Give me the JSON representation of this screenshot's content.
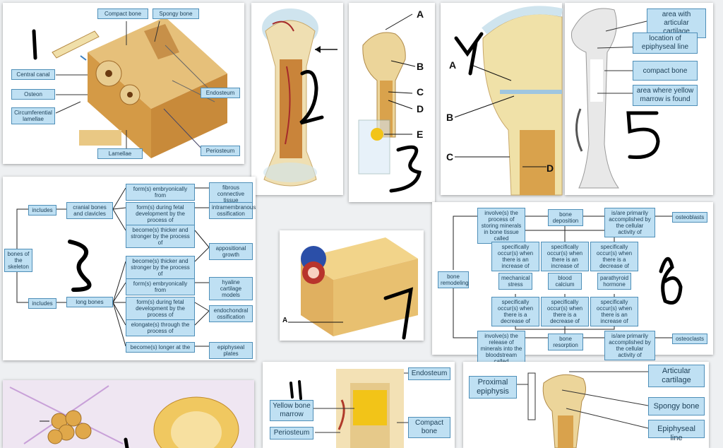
{
  "card1": {
    "number": "1",
    "labels": {
      "compact_bone": "Compact bone",
      "spongy_bone": "Spongy bone",
      "central_canal": "Central canal",
      "osteon": "Osteon",
      "circumferential_lamellae": "Circumferential lamellae",
      "endosteum": "Endosteum",
      "lamellae": "Lamellae",
      "periosteum": "Periosteum"
    }
  },
  "card2": {
    "number": "2"
  },
  "card3": {
    "number": "3",
    "letters": {
      "a": "A",
      "b": "B",
      "c": "C",
      "d": "D",
      "e": "E"
    }
  },
  "card4": {
    "number": "4",
    "letters": {
      "a": "A",
      "b": "B",
      "c": "C",
      "d": "D"
    }
  },
  "card5": {
    "number": "5",
    "labels": {
      "articular": "area with articular cartilage",
      "epiphyseal": "location of epiphyseal line",
      "compact": "compact bone",
      "yellow_marrow": "area where yellow marrow is found"
    }
  },
  "card6": {
    "number": "6",
    "boxes": {
      "process_top": "involve(s) the process of storing minerals in bone tissue called",
      "deposition": "bone deposition",
      "primarily_top": "is/are primarily accomplished by the cellular activity of",
      "osteoblasts": "osteoblasts",
      "inc1": "specifically occur(s) when there is an increase of",
      "inc2": "specifically occur(s) when there is an increase of",
      "dec3": "specifically occur(s) when there is a decrease of",
      "remodeling": "bone remodeling",
      "mechanical": "mechanical stress",
      "calcium": "blood calcium",
      "parathyroid": "parathyroid hormone",
      "dec1": "specifically occur(s) when there is a decrease of",
      "dec2": "specifically occur(s) when there is a decrease of",
      "inc3": "specifically occur(s) when there is an increase of",
      "process_bottom": "involve(s) the release of minerals into the bloodstream called",
      "resorption": "bone resorption",
      "primarily_bottom": "is/are primarily accomplished by the cellular activity of",
      "osteoclasts": "osteoclasts"
    }
  },
  "card7": {
    "number": "7",
    "letter": "A"
  },
  "card8": {
    "number": "8",
    "boxes": {
      "bones": "bones of the skeleton",
      "includes1": "includes",
      "includes2": "includes",
      "cranial": "cranial bones and clavicles",
      "long": "long bones",
      "r1": "form(s) embryonically from",
      "r2": "form(s) during fetal development by the process of",
      "r3": "become(s) thicker and stronger by the process of",
      "r4": "become(s) thicker and stronger by the process of",
      "r5": "form(s) embryonically from",
      "r6": "form(s) during fetal development by the process of",
      "r7": "elongate(s) through the process of",
      "r8": "become(s) longer at the",
      "t1": "fibrous connective tissue membranes",
      "t2": "intramembranous ossification",
      "t3": "appositional growth",
      "t4": "hyaline cartilage models",
      "t5": "endochondral ossification",
      "t6": "epiphyseal plates"
    }
  },
  "card10": {
    "number": "1"
  },
  "card11": {
    "number": "11",
    "labels": {
      "endosteum": "Endosteum",
      "yellow_marrow": "Yellow bone marrow",
      "compact": "Compact bone",
      "periosteum": "Periosteum"
    }
  },
  "card12": {
    "labels": {
      "proximal": "Proximal epiphysis",
      "articular": "Articular cartilage",
      "spongy": "Spongy bone",
      "epiphyseal": "Epiphyseal line"
    }
  }
}
